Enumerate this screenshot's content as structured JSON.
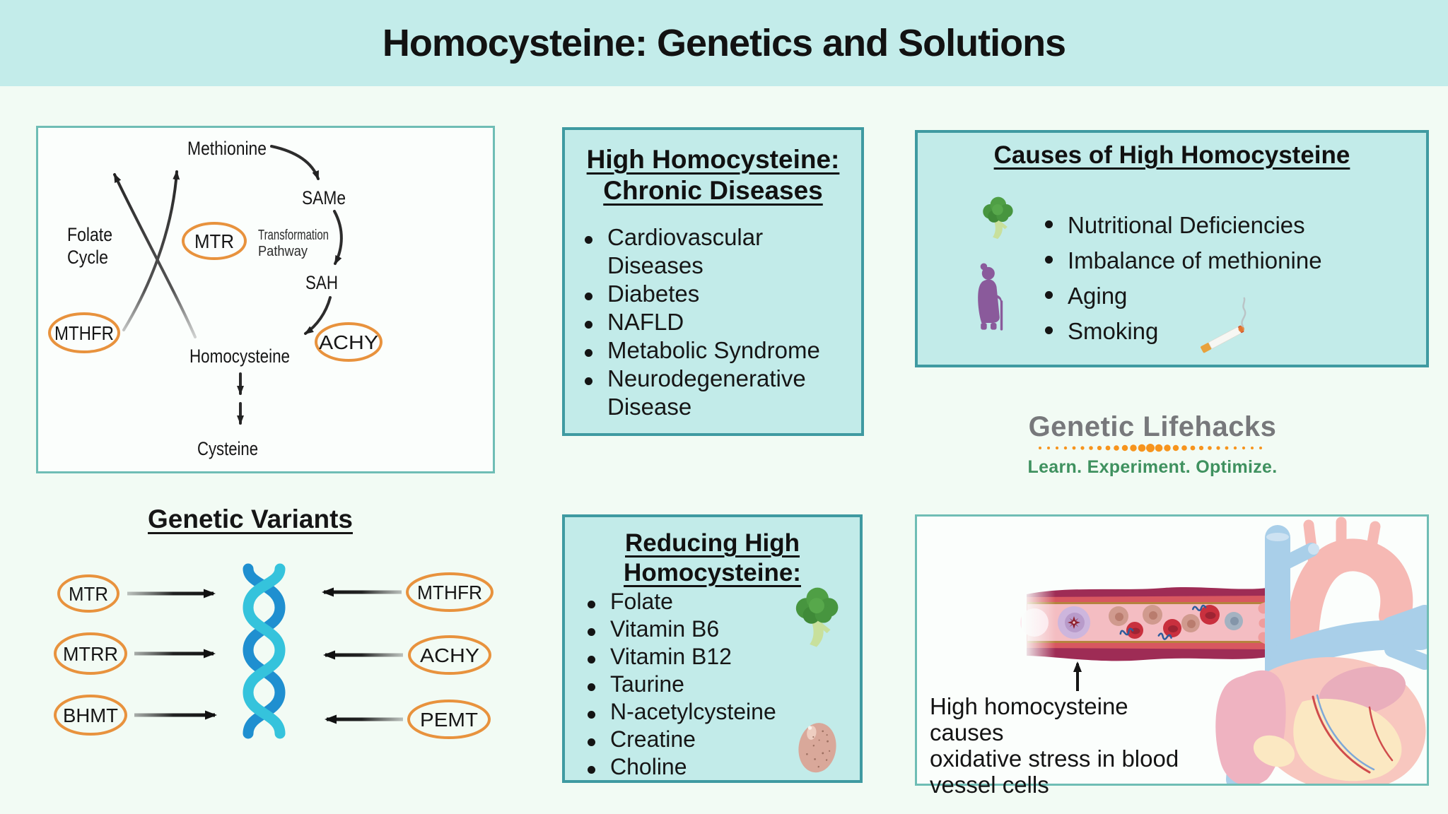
{
  "header": {
    "title": "Homocysteine: Genetics and Solutions"
  },
  "pathway_panel": {
    "methionine": "Methionine",
    "same": "SAMe",
    "sah": "SAH",
    "homocysteine": "Homocysteine",
    "cysteine": "Cysteine",
    "folate_line1": "Folate",
    "folate_line2": "Cycle",
    "transformation_line1": "Transformation",
    "transformation_line2": "Pathway",
    "mtr": "MTR",
    "mthfr": "MTHFR",
    "achy": "ACHY"
  },
  "chronic_panel": {
    "title_line1": "High Homocysteine:",
    "title_line2": "Chronic Diseases",
    "items": [
      "Cardiovascular Diseases",
      "Diabetes",
      "NAFLD",
      "Metabolic Syndrome",
      "Neurodegenerative Disease"
    ]
  },
  "causes_panel": {
    "title": "Causes of High Homocysteine",
    "items": [
      "Nutritional Deficiencies",
      "Imbalance of methionine",
      "Aging",
      "Smoking"
    ],
    "icons": [
      "broccoli-icon",
      "elderly-woman-icon",
      "cigarette-icon"
    ]
  },
  "logo": {
    "name": "Genetic Lifehacks",
    "tagline": "Learn. Experiment. Optimize."
  },
  "variants_section": {
    "title": "Genetic Variants",
    "left": [
      "MTR",
      "MTRR",
      "BHMT"
    ],
    "right": [
      "MTHFR",
      "ACHY",
      "PEMT"
    ],
    "center_icon": "dna-helix-icon"
  },
  "reducing_panel": {
    "title_line1": "Reducing High",
    "title_line2": "Homocysteine:",
    "items": [
      "Folate",
      "Vitamin B6",
      "Vitamin B12",
      "Taurine",
      "N-acetylcysteine",
      "Creatine",
      "Choline"
    ],
    "icons": [
      "broccoli-icon",
      "egg-icon"
    ]
  },
  "vessel_panel": {
    "caption_line1": "High homocysteine causes",
    "caption_line2": "oxidative stress in blood",
    "caption_line3": "vessel cells",
    "illustrations": [
      "blood-vessel-illustration",
      "heart-illustration"
    ]
  },
  "colors": {
    "header_bg": "#c3ecea",
    "page_bg": "#f2fbf4",
    "teal_panel_bg": "#c2ebe9",
    "teal_panel_border": "#3f9aa1",
    "light_panel_border": "#6fbdb5",
    "orange_accent": "#e8923d",
    "logo_gray": "#77787b",
    "logo_green": "#3f915f",
    "logo_orange": "#f7941d",
    "dna_blue": "#1f8fd0",
    "dna_cyan": "#35c3dc",
    "purple_icon": "#8a5a9b"
  }
}
